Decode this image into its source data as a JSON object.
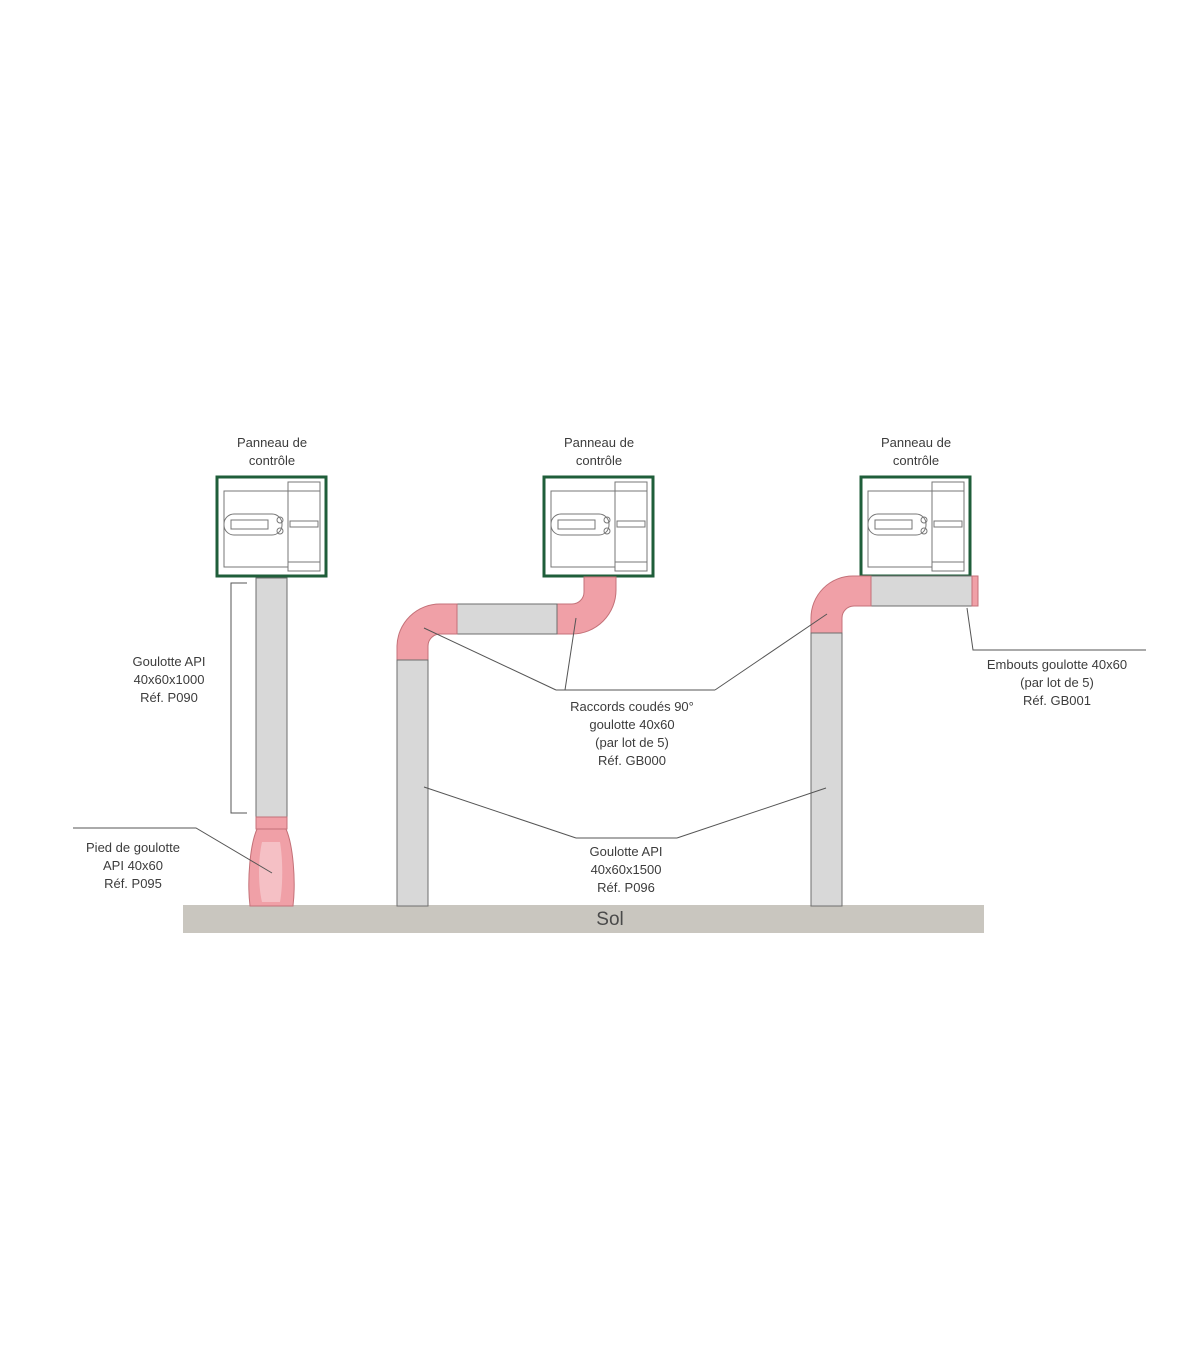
{
  "colors": {
    "pipe": "#d8d8d8",
    "pipe_stroke": "#6e6e6e",
    "fitting": "#f0a0a7",
    "fitting_stroke": "#c47178",
    "panel_frame": "#1f5e3a",
    "ground": "#c9c6bf",
    "leader": "#555555"
  },
  "panels": [
    {
      "line1": "Panneau de",
      "line2": "contrôle"
    },
    {
      "line1": "Panneau de",
      "line2": "contrôle"
    },
    {
      "line1": "Panneau de",
      "line2": "contrôle"
    }
  ],
  "ground_label": "Sol",
  "labels": {
    "goulotte_1000": [
      "Goulotte API",
      "40x60x1000",
      "Réf. P090"
    ],
    "pied": [
      "Pied de goulotte",
      "API 40x60",
      "Réf. P095"
    ],
    "raccords": [
      "Raccords coudés 90°",
      "goulotte 40x60",
      "(par lot de 5)",
      "Réf. GB000"
    ],
    "goulotte_1500": [
      "Goulotte API",
      "40x60x1500",
      "Réf. P096"
    ],
    "embouts": [
      "Embouts goulotte 40x60",
      "(par lot de 5)",
      "Réf. GB001"
    ]
  }
}
